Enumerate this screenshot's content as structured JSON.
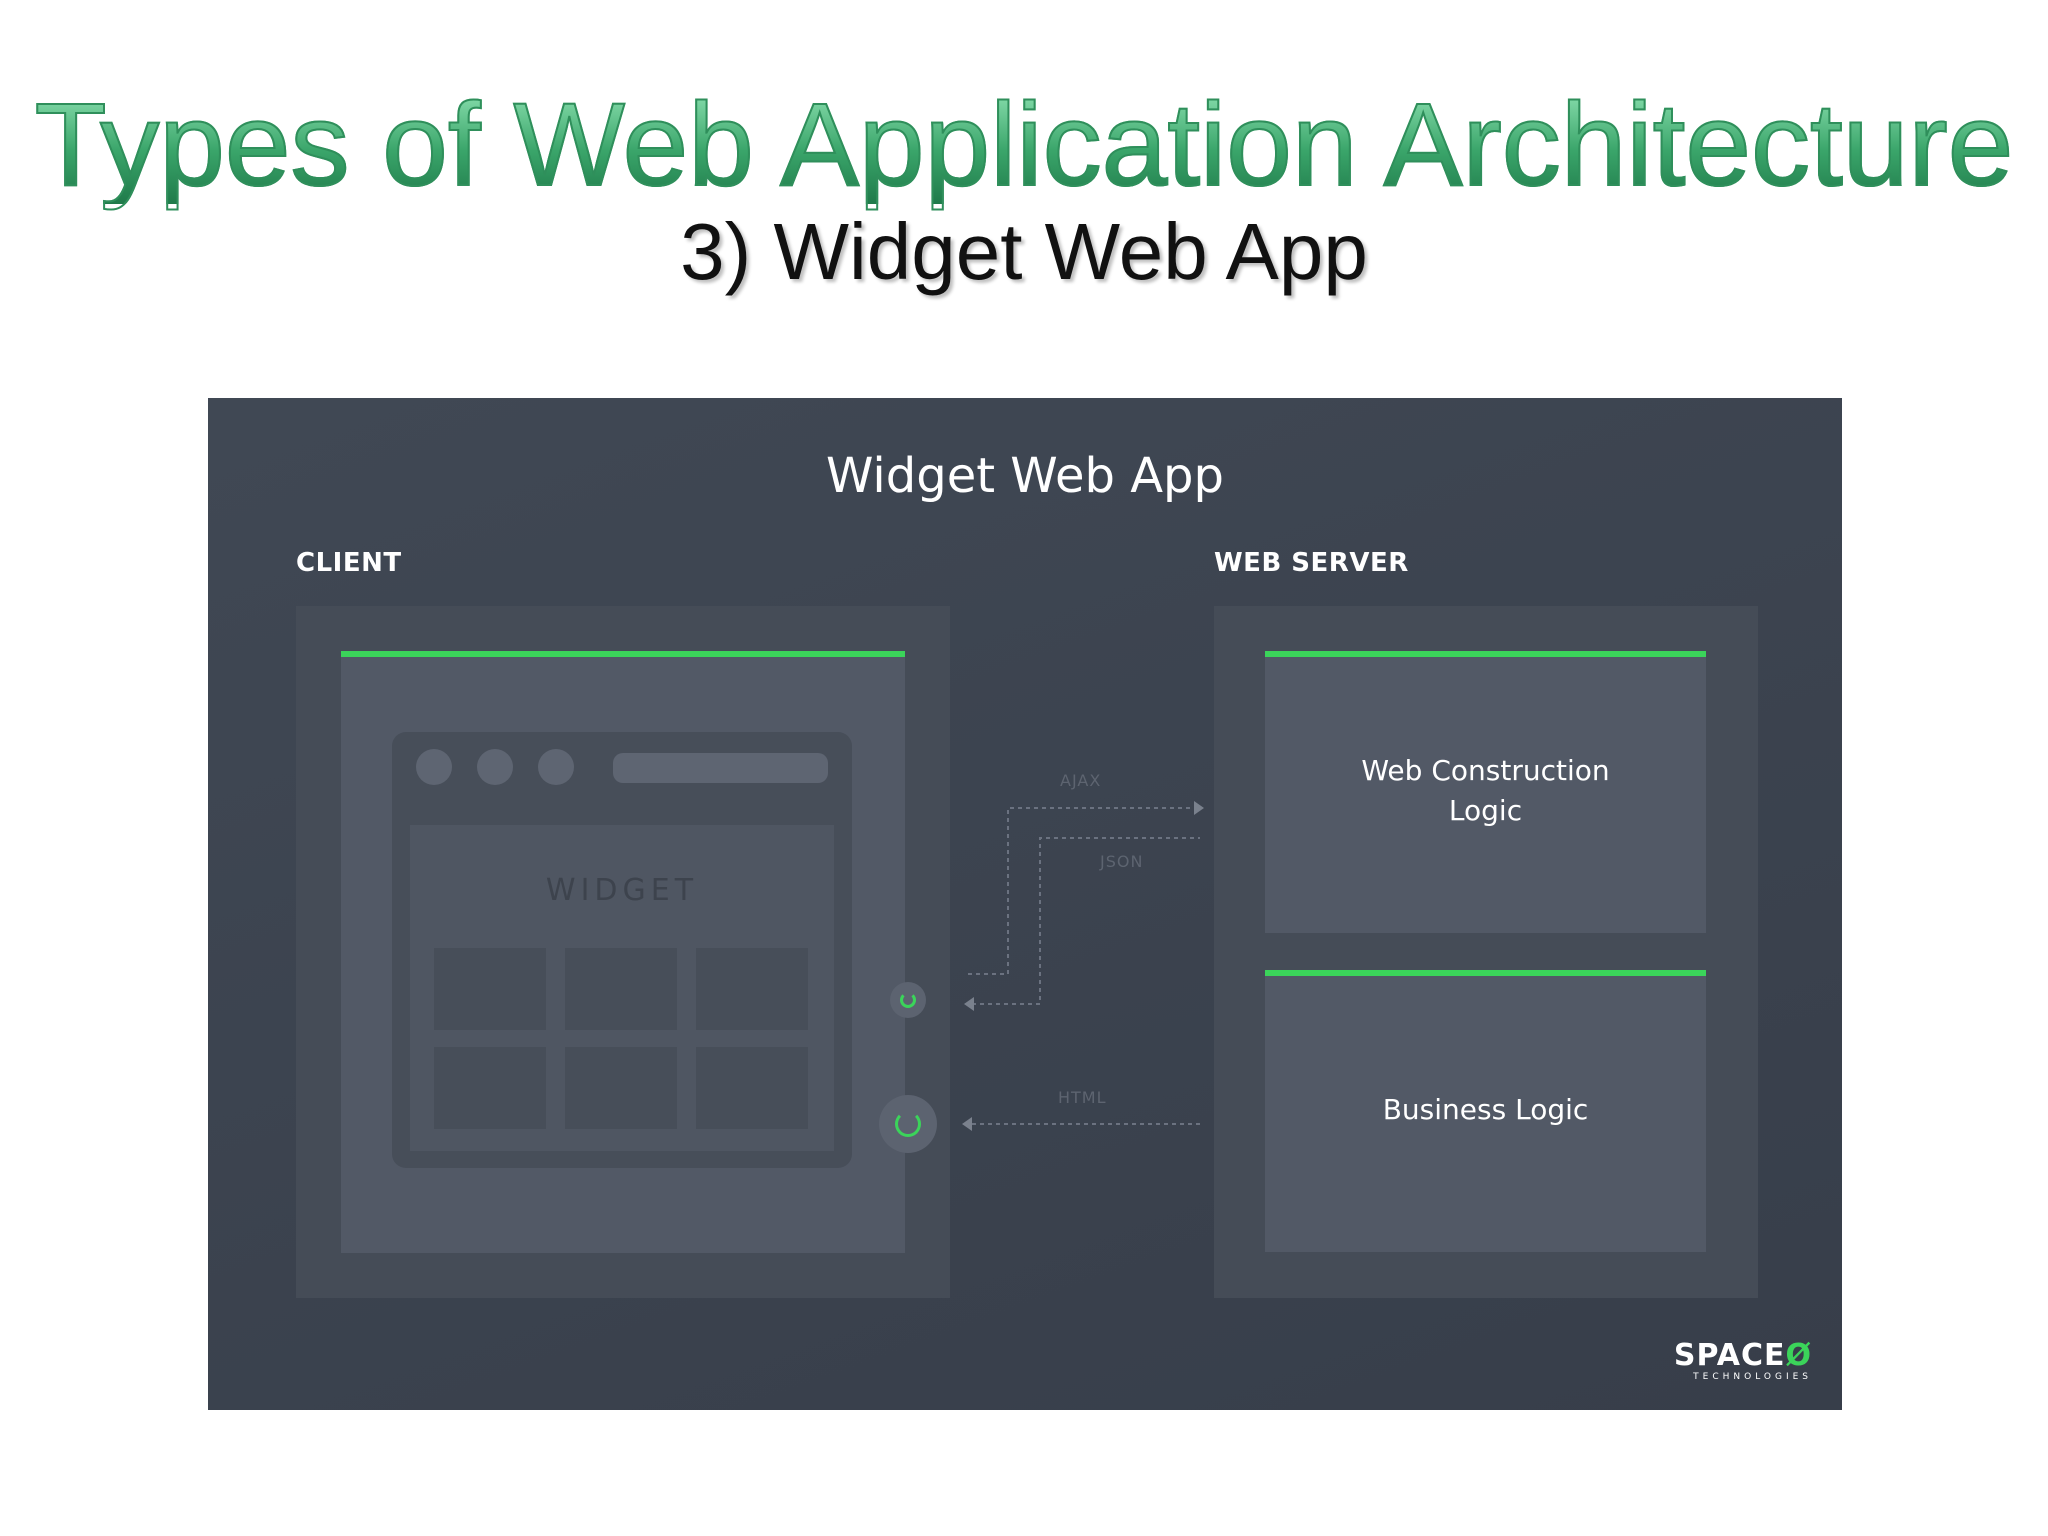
{
  "slide": {
    "title": "Types of Web Application Architecture",
    "subtitle": "3) Widget Web App"
  },
  "diagram": {
    "title": "Widget Web App",
    "client_label": "CLIENT",
    "server_label": "WEB SERVER",
    "widget_label": "WIDGET",
    "server_boxes": [
      {
        "line1": "Web Construction",
        "line2": "Logic"
      },
      {
        "line1": "Business Logic"
      }
    ],
    "connections": {
      "ajax": "AJAX",
      "json": "JSON",
      "html": "HTML"
    },
    "brand": {
      "name": "SPACE",
      "mark": "Ø",
      "tagline": "TECHNOLOGIES"
    },
    "colors": {
      "accent": "#3bd45a",
      "background": "#3b424e",
      "panel": "#454c57",
      "box": "#525966"
    }
  }
}
